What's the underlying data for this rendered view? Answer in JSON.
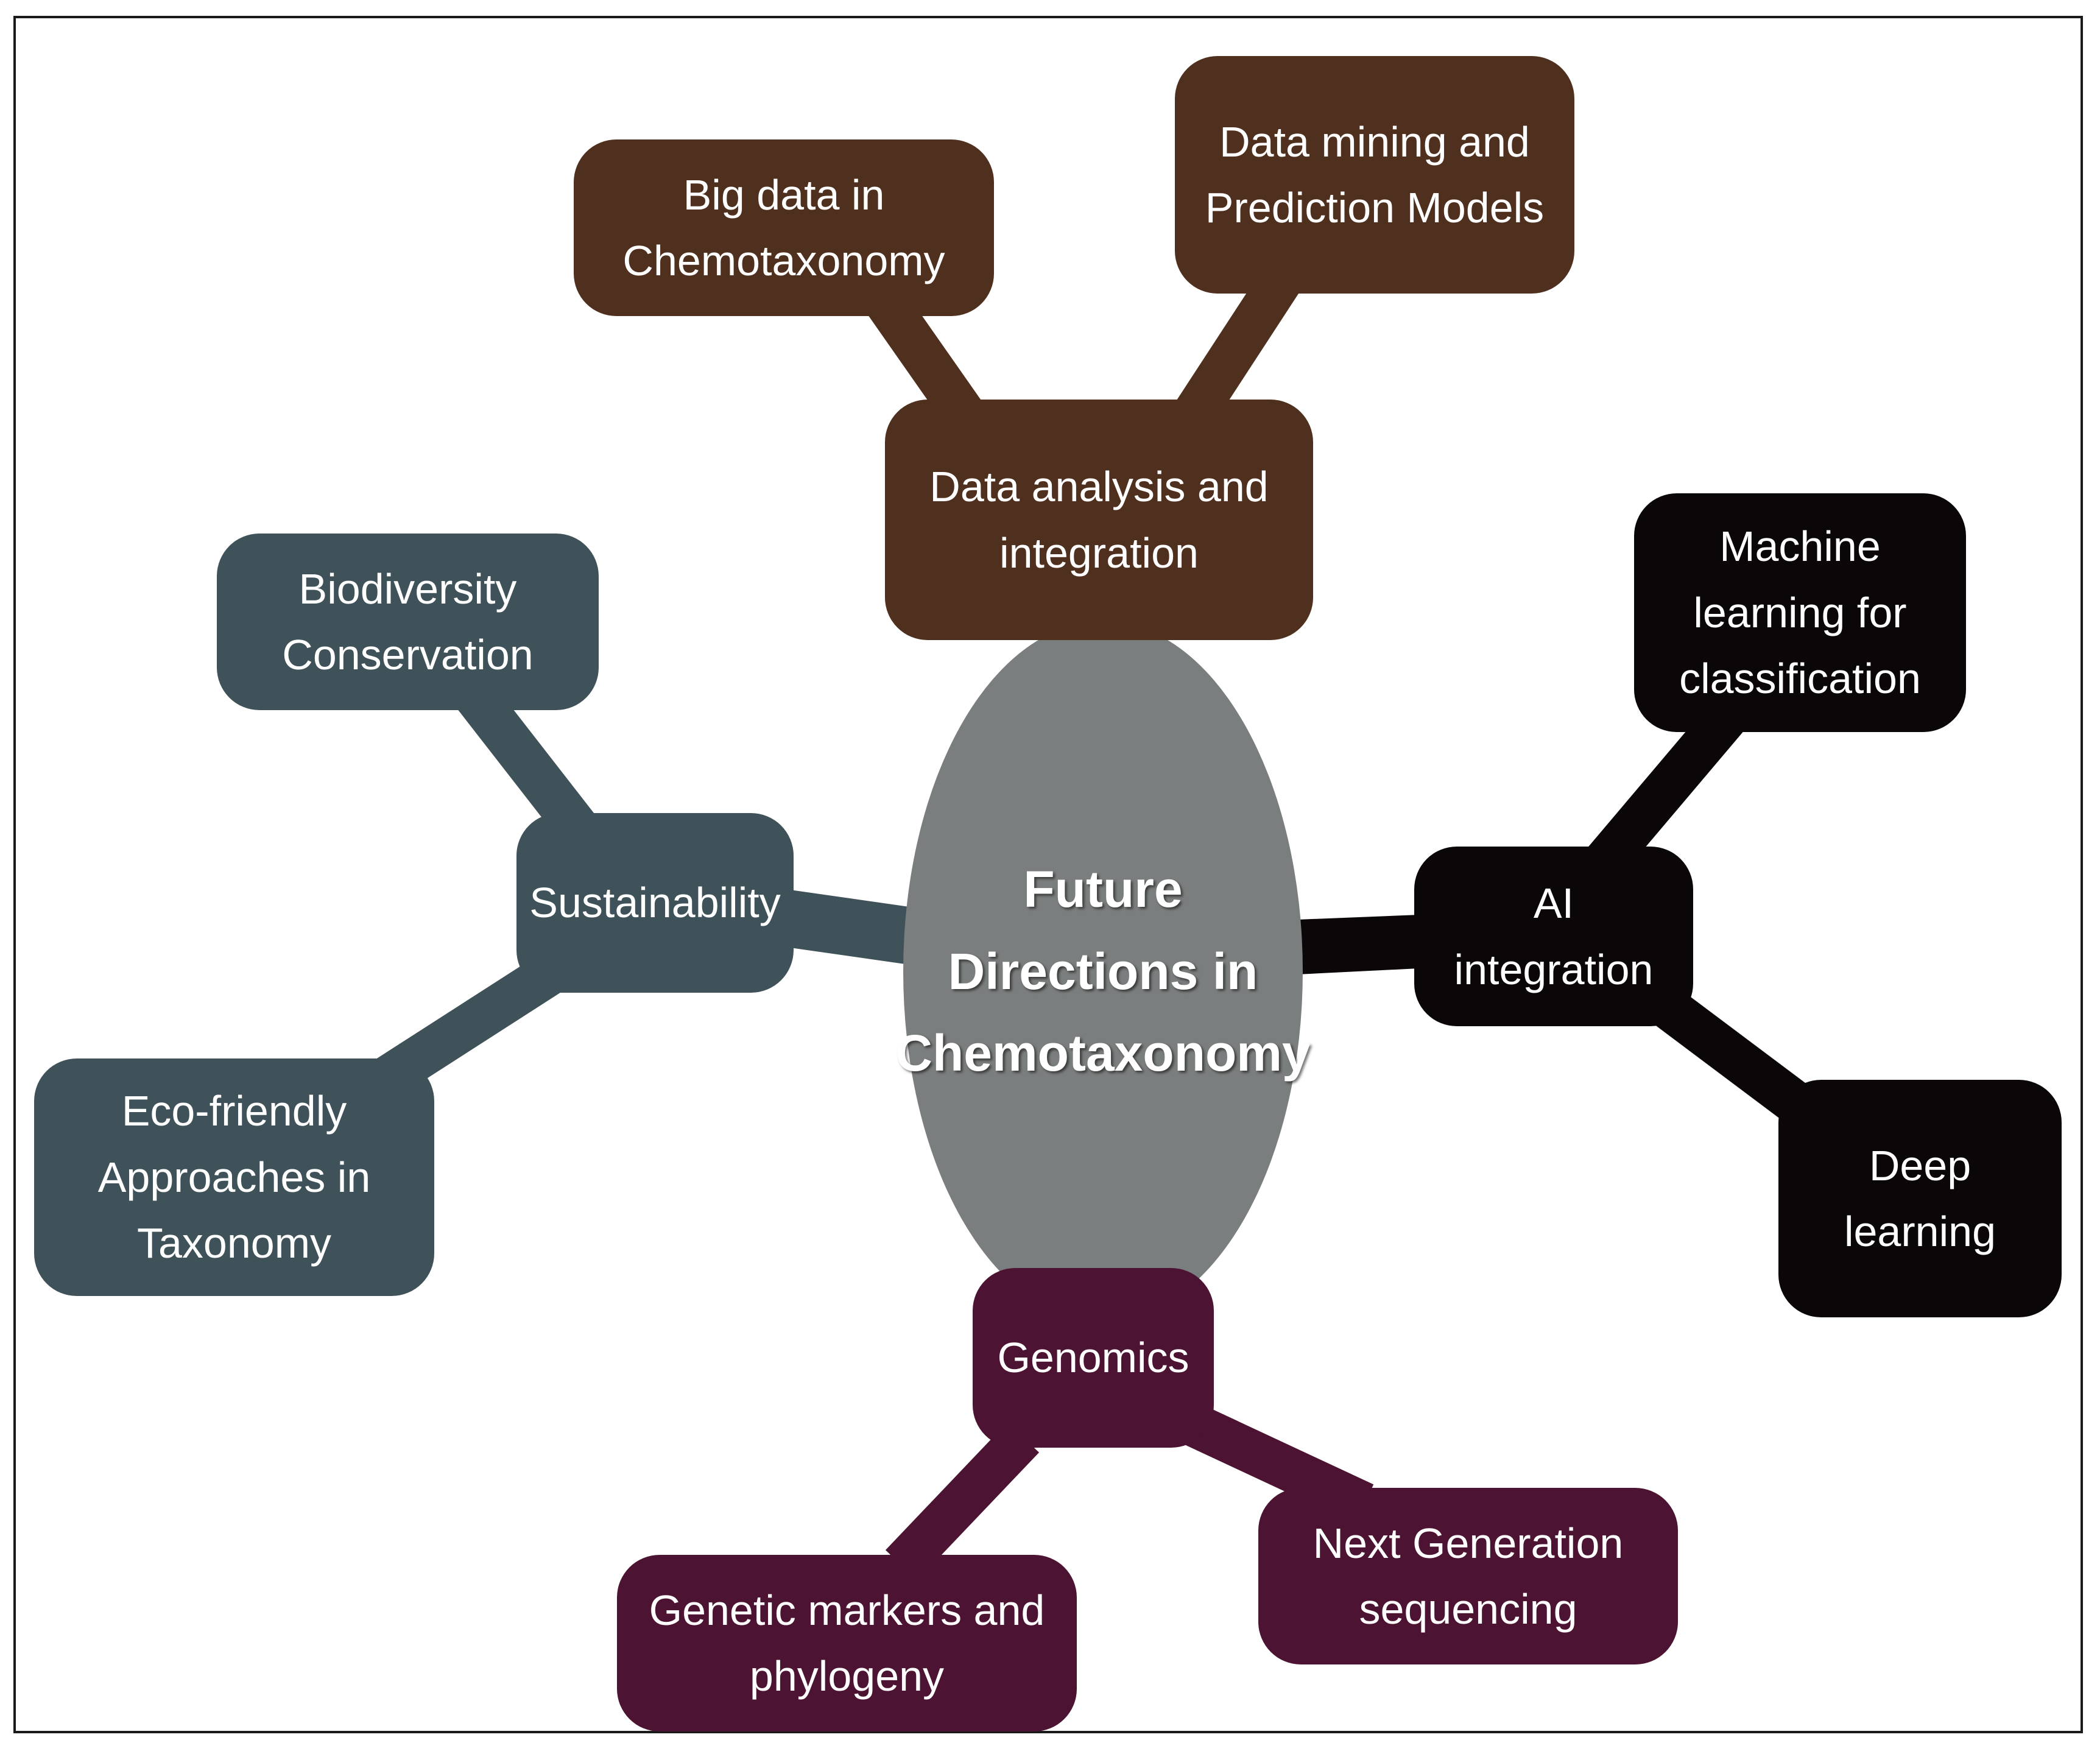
{
  "colors": {
    "data_branch": "#4f2f1d",
    "sustainability_branch": "#405259",
    "ai_branch": "#0b0708",
    "genomics_branch": "#4c1432",
    "center": "#7b7e7e",
    "text": "#ffffff"
  },
  "center": {
    "title": "Future\nDirections in\nChemotaxonomy"
  },
  "branches": {
    "data": {
      "hub": "Data analysis and\nintegration",
      "child_1": "Big data in\nChemotaxonomy",
      "child_2": "Data mining and\nPrediction Models"
    },
    "sustainability": {
      "hub": "Sustainability",
      "child_1": "Biodiversity\nConservation",
      "child_2": "Eco-friendly\nApproaches in\nTaxonomy"
    },
    "ai": {
      "hub": "AI integration",
      "child_1": "Machine\nlearning for\nclassification",
      "child_2": "Deep learning"
    },
    "genomics": {
      "hub": "Genomics",
      "child_1": "Next Generation\nsequencing",
      "child_2": "Genetic markers and\nphylogeny"
    }
  }
}
